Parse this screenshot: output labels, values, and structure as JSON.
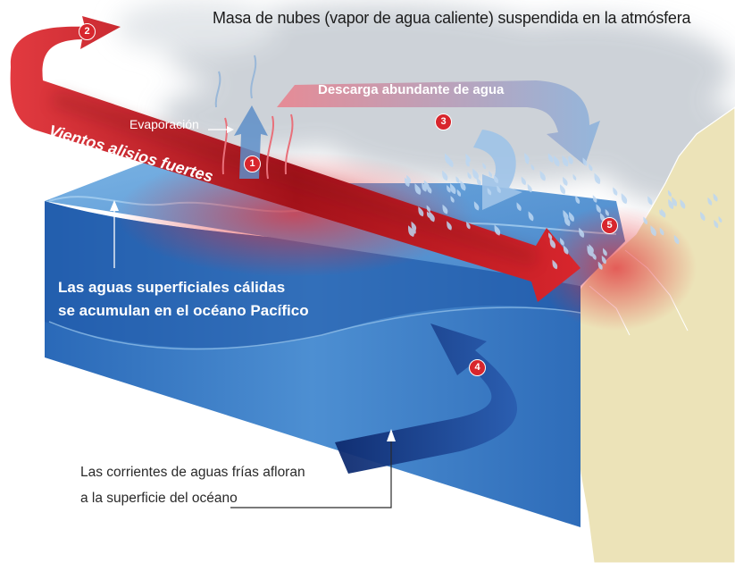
{
  "labels": {
    "title": "Masa de nubes (vapor  de agua caliente) suspendida en la atmósfera",
    "evaporation": "Evaporación",
    "discharge": "Descarga abundante de agua",
    "winds": "Vientos alisios fuertes",
    "warm_waters_line1": "Las aguas superficiales cálidas",
    "warm_waters_line2": "se acumulan en el océano Pacífico",
    "cold_currents_line1": "Las corrientes de aguas frías afloran",
    "cold_currents_line2": "a la superficie del océano"
  },
  "steps": [
    "1",
    "2",
    "3",
    "4",
    "5"
  ],
  "colors": {
    "ocean_dark": "#1f57a8",
    "ocean_light": "#6fa8dc",
    "wind_red": "#d8262d",
    "land": "#ece3b8",
    "cloud": "#c9ced4",
    "cold_current": "#11307a"
  }
}
